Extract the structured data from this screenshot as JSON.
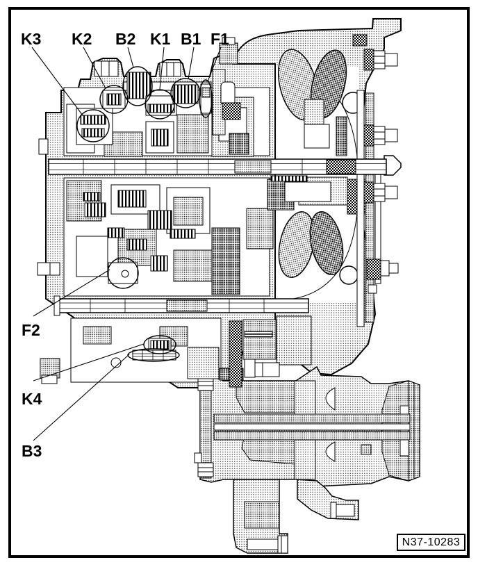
{
  "figure": {
    "type": "sectional technical drawing",
    "subject": "Automatic gearbox cross-section with clutch and brake callouts",
    "reference": "N37-10283",
    "colors": {
      "line": "#000000",
      "background": "#ffffff"
    },
    "callouts": {
      "k3": "K3",
      "k2": "K2",
      "b2": "B2",
      "k1": "K1",
      "b1": "B1",
      "f1": "F1",
      "f2": "F2",
      "k4": "K4",
      "b3": "B3"
    }
  }
}
